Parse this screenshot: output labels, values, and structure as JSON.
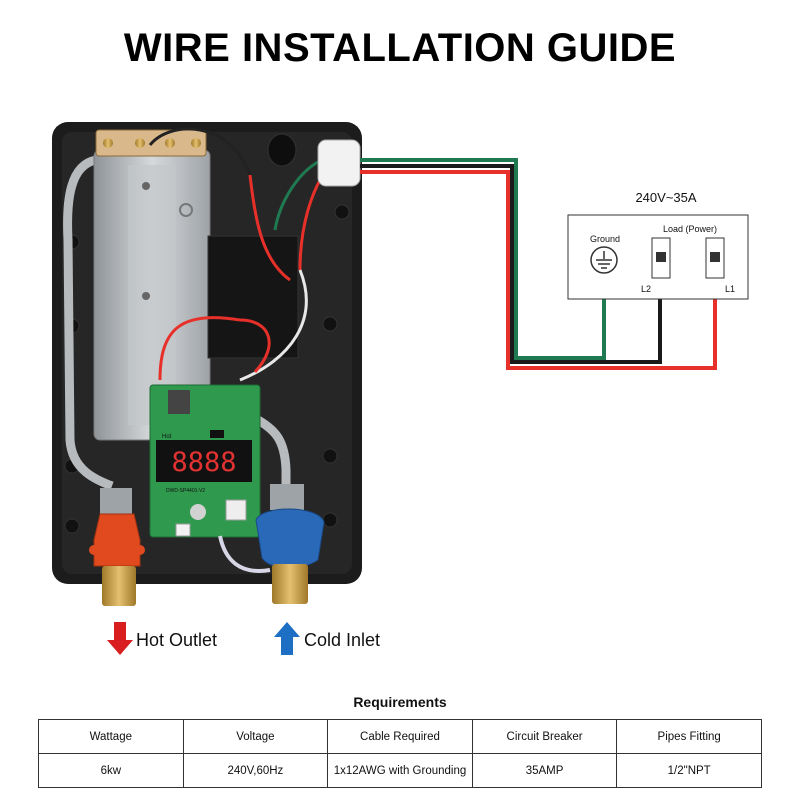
{
  "title": "WIRE INSTALLATION GUIDE",
  "power": {
    "rating": "240V~35A",
    "ground_label": "Ground",
    "load_label": "Load (Power)",
    "l2_label": "L2",
    "l1_label": "L1"
  },
  "pcb": {
    "display_digits": "8888",
    "hot_tag": "Hot",
    "small_text": "DWD-SP4401-V2"
  },
  "flow": {
    "hot_outlet": "Hot Outlet",
    "cold_inlet": "Cold Inlet"
  },
  "requirements": {
    "title": "Requirements",
    "headers": [
      "Wattage",
      "Voltage",
      "Cable Required",
      "Circuit Breaker",
      "Pipes Fitting"
    ],
    "values": [
      "6kw",
      "240V,60Hz",
      "1x12AWG with Grounding",
      "35AMP",
      "1/2\"NPT"
    ]
  },
  "colors": {
    "wire_red": "#e8302a",
    "wire_black": "#1a1a1a",
    "wire_green": "#1f7a52",
    "hot_arrow": "#d81e1e",
    "cold_arrow": "#1d6fc4",
    "unit_body": "#1c1c1c",
    "pcb_green": "#2f9a4e"
  }
}
